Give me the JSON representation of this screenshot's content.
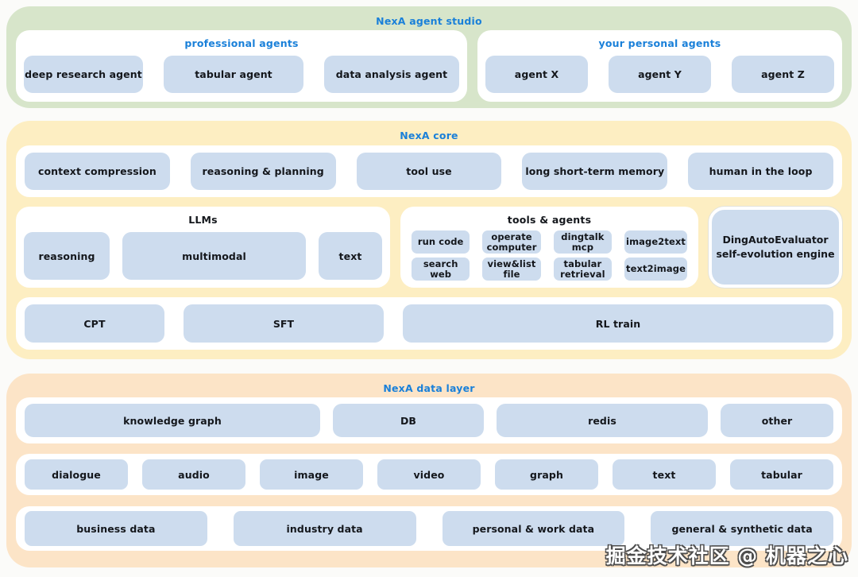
{
  "colors": {
    "studio_bg": "#d7e5ca",
    "core_bg": "#fdeec2",
    "data_layer_bg": "#fce4c7",
    "chip_blue": "#cddcee",
    "title_blue": "#1a80d9",
    "text_dark": "#14171c",
    "card_white": "#ffffff"
  },
  "studio": {
    "title": "NexA agent studio",
    "groups": [
      {
        "title": "professional agents",
        "items": [
          "deep research agent",
          "tabular agent",
          "data analysis agent"
        ]
      },
      {
        "title": "your personal agents",
        "items": [
          "agent X",
          "agent Y",
          "agent Z"
        ]
      }
    ]
  },
  "core": {
    "title": "NexA core",
    "capabilities": [
      "context compression",
      "reasoning & planning",
      "tool use",
      "long short-term memory",
      "human in the loop"
    ],
    "llms": {
      "title": "LLMs",
      "items": [
        "reasoning",
        "multimodal",
        "text"
      ]
    },
    "tools": {
      "title": "tools & agents",
      "items": [
        "run code",
        "operate computer",
        "dingtalk mcp",
        "image2text",
        "search web",
        "view&list file",
        "tabular retrieval",
        "text2image"
      ]
    },
    "evaluator": {
      "line1": "DingAutoEvaluator",
      "line2": "self-evolution engine"
    },
    "training": [
      "CPT",
      "SFT",
      "RL train"
    ]
  },
  "data_layer": {
    "title": "NexA data layer",
    "storage": [
      "knowledge graph",
      "DB",
      "redis",
      "other"
    ],
    "modalities": [
      "dialogue",
      "audio",
      "image",
      "video",
      "graph",
      "text",
      "tabular"
    ],
    "sources": [
      "business data",
      "industry data",
      "personal & work data",
      "general & synthetic data"
    ]
  },
  "watermark": {
    "text": "掘金技术社区 @ 机器之心"
  }
}
